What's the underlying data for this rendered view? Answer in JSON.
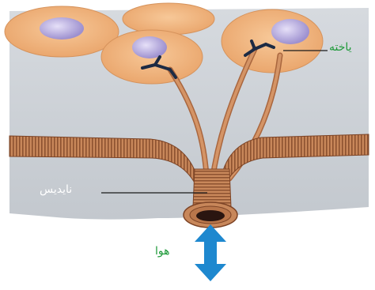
{
  "diagram": {
    "labels": {
      "cell": "یاخته",
      "trachea": "نایدیس",
      "air": "هوا"
    }
  },
  "colors": {
    "tissue": "#cfd3d8",
    "cell_body": "#f2b985",
    "nucleus": "#c7bde8",
    "trachea": "#c8875a",
    "tracheole_tip": "#1d2b44",
    "arrow": "#1e88cf",
    "label_green": "#1f9a3a",
    "label_white": "#ffffff"
  },
  "icons": [
    "double-arrow-icon"
  ]
}
